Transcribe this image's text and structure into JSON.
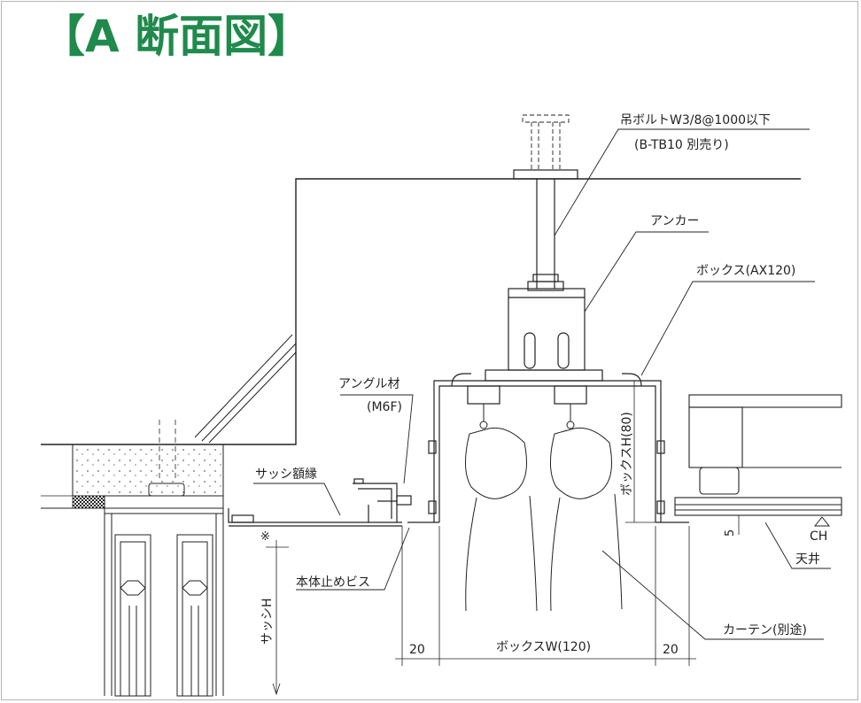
{
  "title": "【A 断面図】",
  "colors": {
    "title": "#1f8a4c",
    "line": "#222222",
    "fill_light": "#eeeeee",
    "concrete_dot": "#666666"
  },
  "labels": {
    "bolt": "吊ボルトW3/8@1000以下",
    "bolt_sub": "(B-TB10 別売り)",
    "anchor": "アンカー",
    "box": "ボックス(AX120)",
    "angle": "アングル材",
    "angle_sub": "(M6F)",
    "sash_frame": "サッシ額縁",
    "mark": "※",
    "screw": "本体止めビス",
    "sash_h": "サッシH",
    "box_h": "ボックスH(80)",
    "box_w": "ボックスW(120)",
    "dim_left": "20",
    "dim_right": "20",
    "dim_5": "5",
    "ch": "CH",
    "ceiling": "天井",
    "curtain": "カーテン(別途)"
  }
}
